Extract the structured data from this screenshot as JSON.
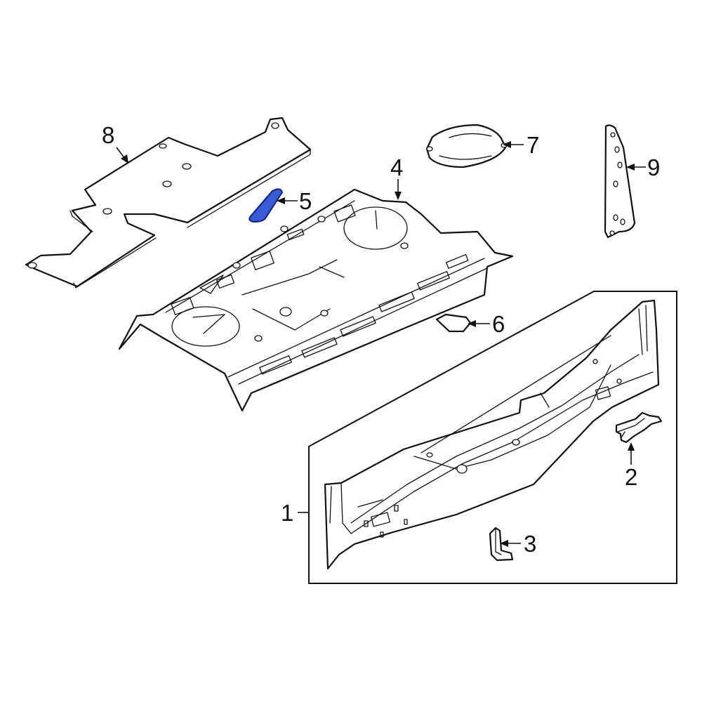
{
  "diagram": {
    "callouts": [
      {
        "id": "1",
        "label": "1"
      },
      {
        "id": "2",
        "label": "2"
      },
      {
        "id": "3",
        "label": "3"
      },
      {
        "id": "4",
        "label": "4"
      },
      {
        "id": "5",
        "label": "5"
      },
      {
        "id": "6",
        "label": "6"
      },
      {
        "id": "7",
        "label": "7"
      },
      {
        "id": "8",
        "label": "8"
      },
      {
        "id": "9",
        "label": "9"
      }
    ],
    "highlighted_part": "5",
    "colors": {
      "line": "#111111",
      "background": "#ffffff",
      "highlight_fill": "#3a5bd6",
      "highlight_stroke": "#0a1f8a"
    }
  }
}
